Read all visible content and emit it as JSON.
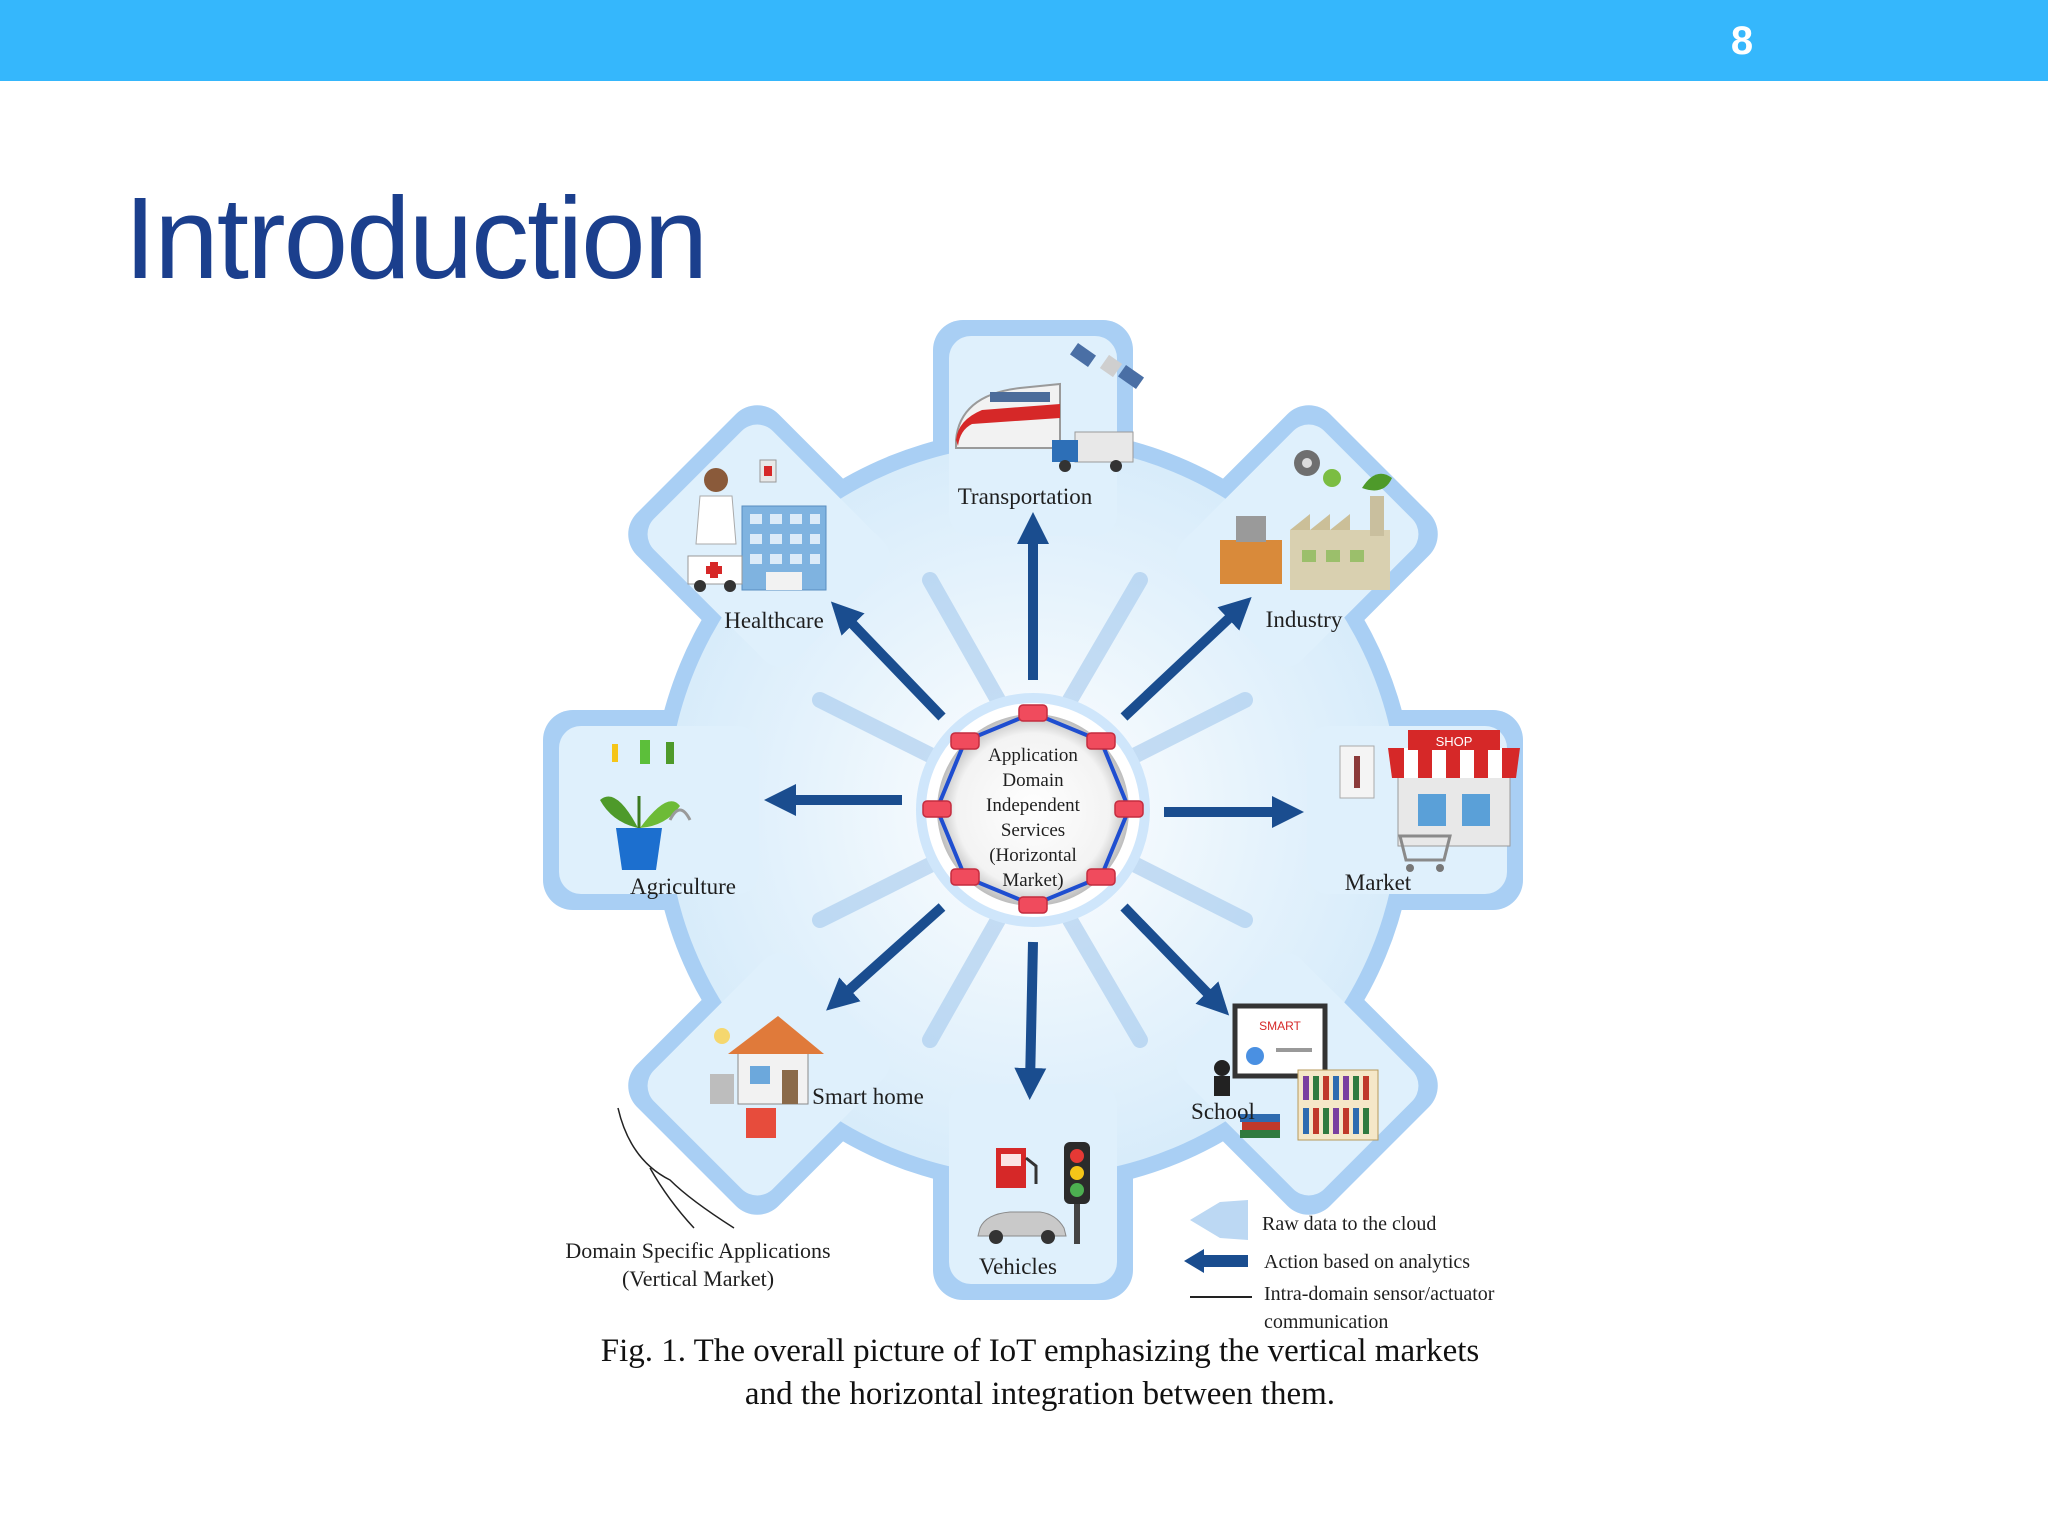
{
  "slide": {
    "page_number": "8",
    "title": "Introduction"
  },
  "colors": {
    "header_bar": "#35b7fc",
    "title": "#1b3f8d",
    "gear_fill": "#cfe6fb",
    "arrow": "#1a4d8f"
  },
  "diagram": {
    "center_lines": [
      "Application",
      "Domain",
      "Independent",
      "Services",
      "(Horizontal",
      "Market)"
    ],
    "domains": {
      "transportation": "Transportation",
      "industry": "Industry",
      "market": "Market",
      "school": "School",
      "vehicles": "Vehicles",
      "smart_home": "Smart home",
      "agriculture": "Agriculture",
      "healthcare": "Healthcare"
    },
    "vertical_note": [
      "Domain Specific Applications",
      "(Vertical Market)"
    ],
    "shop_sign": "SHOP",
    "legend": {
      "raw": "Raw data to the cloud",
      "action": "Action based on analytics",
      "intra": [
        "Intra-domain sensor/actuator",
        "communication"
      ]
    },
    "caption": [
      "Fig. 1. The overall picture of IoT emphasizing the vertical markets",
      "and the horizontal integration between them."
    ],
    "icons": [
      "train-icon",
      "satellite-icon",
      "truck-icon",
      "factory-icon",
      "gear-icon",
      "shop-icon",
      "cart-icon",
      "projector-board-icon",
      "bookshelf-icon",
      "traffic-light-icon",
      "fuel-pump-icon",
      "car-icon",
      "house-icon",
      "plant-pot-icon",
      "hospital-icon",
      "doctor-icon",
      "ambulance-icon"
    ]
  }
}
